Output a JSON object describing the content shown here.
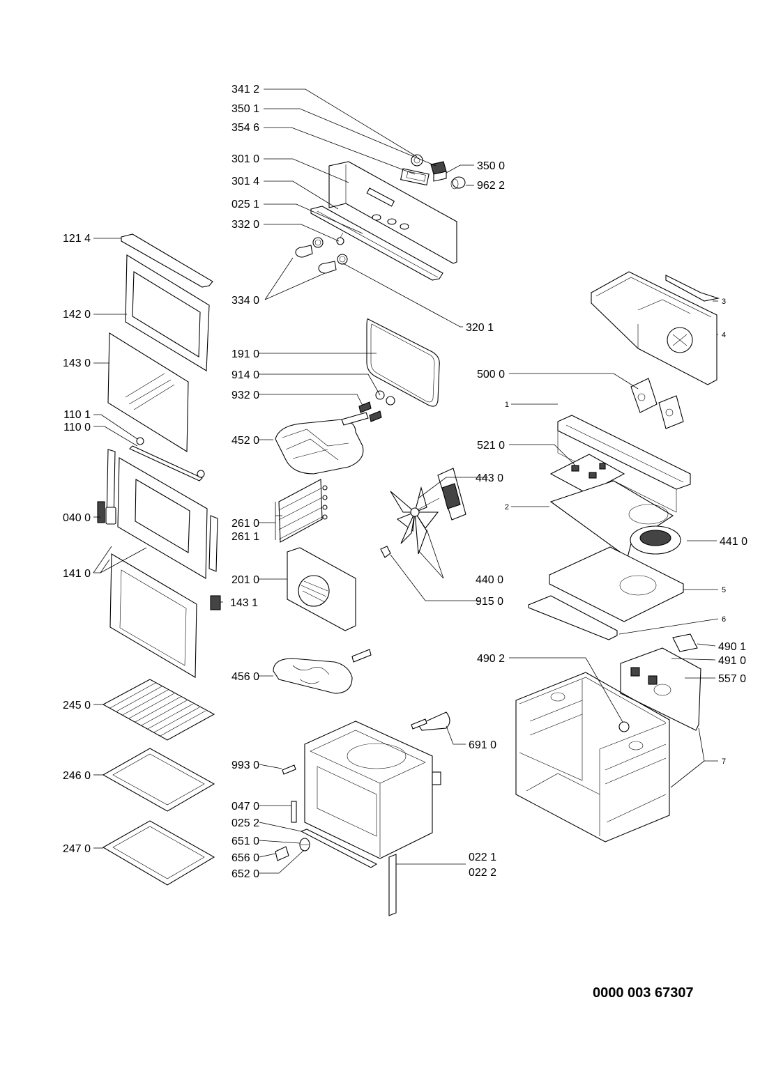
{
  "labels": {
    "p3412": "341 2",
    "p3501": "350 1",
    "p3546": "354 6",
    "p3010": "301 0",
    "p3014": "301 4",
    "p0251": "025 1",
    "p3320": "332 0",
    "p3500": "350 0",
    "p9622": "962 2",
    "p3340": "334 0",
    "p3201": "320 1",
    "p1214": "121 4",
    "p1420": "142 0",
    "p1430": "143 0",
    "p1101": "110 1",
    "p1100": "110 0",
    "p0400": "040 0",
    "p1410": "141 0",
    "p1910": "191 0",
    "p9140": "914 0",
    "p9320": "932 0",
    "p4520": "452 0",
    "p2610": "261 0",
    "p2611": "261 1",
    "p2010": "201 0",
    "p1431": "143 1",
    "p4560": "456 0",
    "p2450": "245 0",
    "p2460": "246 0",
    "p2470": "247 0",
    "p9930": "993 0",
    "p0470": "047 0",
    "p0252": "025 2",
    "p6510": "651 0",
    "p6560": "656 0",
    "p6520": "652 0",
    "p6910": "691 0",
    "p0221": "022 1",
    "p0222": "022 2",
    "p5000": "500 0",
    "p5210": "521 0",
    "p4430": "443 0",
    "p4410": "441 0",
    "p4400": "440 0",
    "p9150": "915 0",
    "p4901": "490 1",
    "p4902": "490 2",
    "p4910": "491 0",
    "p5570": "557 0",
    "n1": "1",
    "n2": "2",
    "n3": "3",
    "n4": "4",
    "n5": "5",
    "n6": "6",
    "n7": "7"
  },
  "document_number": "0000 003 67307"
}
